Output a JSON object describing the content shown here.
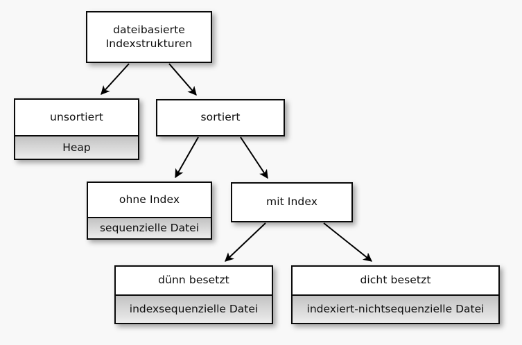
{
  "diagram": {
    "title": "dateibasierte Indexstrukturen",
    "background_color": "#f8f8f8",
    "box_fill_color": "#ffffff",
    "subbox_fill_color": "#d3d3d3",
    "border_color": "#0a0a0a",
    "nodes": [
      {
        "id": "root",
        "label": "dateibasierte\nIndexstrukturen",
        "line1": "dateibasierte",
        "line2": "Indexstrukturen",
        "sublabel": null
      },
      {
        "id": "unsortiert",
        "label": "unsortiert",
        "sublabel": "Heap"
      },
      {
        "id": "sortiert",
        "label": "sortiert",
        "sublabel": null
      },
      {
        "id": "ohne_index",
        "label": "ohne Index",
        "sublabel": "sequenzielle Datei"
      },
      {
        "id": "mit_index",
        "label": "mit Index",
        "sublabel": null
      },
      {
        "id": "duenn",
        "label": "dünn besetzt",
        "sublabel": "indexsequenzielle Datei"
      },
      {
        "id": "dicht",
        "label": "dicht besetzt",
        "sublabel": "indexiert-nichtsequenzielle Datei"
      }
    ],
    "edges": [
      {
        "from": "root",
        "to": "unsortiert"
      },
      {
        "from": "root",
        "to": "sortiert"
      },
      {
        "from": "sortiert",
        "to": "ohne_index"
      },
      {
        "from": "sortiert",
        "to": "mit_index"
      },
      {
        "from": "mit_index",
        "to": "duenn"
      },
      {
        "from": "mit_index",
        "to": "dicht"
      }
    ]
  }
}
